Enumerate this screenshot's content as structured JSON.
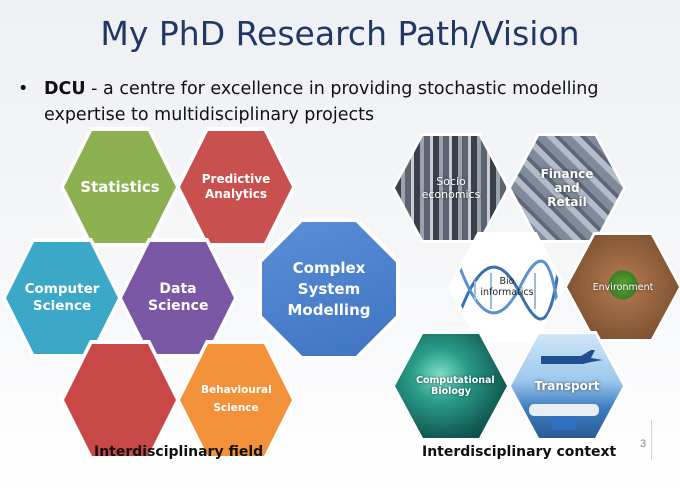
{
  "slide": {
    "title": "My PhD Research Path/Vision",
    "bullet": {
      "marker": "•",
      "bold": "DCU",
      "rest": " - a centre for excellence in providing stochastic modelling expertise to multidisciplinary projects"
    },
    "field_hexes": [
      {
        "label": "Statistics",
        "color": "#8db050"
      },
      {
        "label": "Predictive Analytics",
        "color": "#c8504e"
      },
      {
        "label": "Computer Science",
        "color": "#3ca8c8"
      },
      {
        "label": "Data Science",
        "color": "#7a58a4"
      },
      {
        "label": "",
        "color": "#c84848"
      },
      {
        "label": "Behavioural Science",
        "color": "#f3913a"
      }
    ],
    "central": {
      "label": "Complex System Modelling",
      "color": "#4a80cc"
    },
    "context_hexes": [
      {
        "label": "Socio economics",
        "icon": "crowd-legs-photo"
      },
      {
        "label": "Finance and Retail",
        "icon": "calculator-coins-photo"
      },
      {
        "label": "Bio informatics",
        "icon": "dna-helix-image"
      },
      {
        "label": "Environment",
        "icon": "hands-seedling-photo"
      },
      {
        "label": "Computational Biology",
        "icon": "cells-photo"
      },
      {
        "label": "Transport",
        "icon": "transport-vehicles-image"
      }
    ],
    "captions": {
      "left": "Interdisciplinary field",
      "right": "Interdisciplinary context"
    },
    "page_number": "3"
  }
}
